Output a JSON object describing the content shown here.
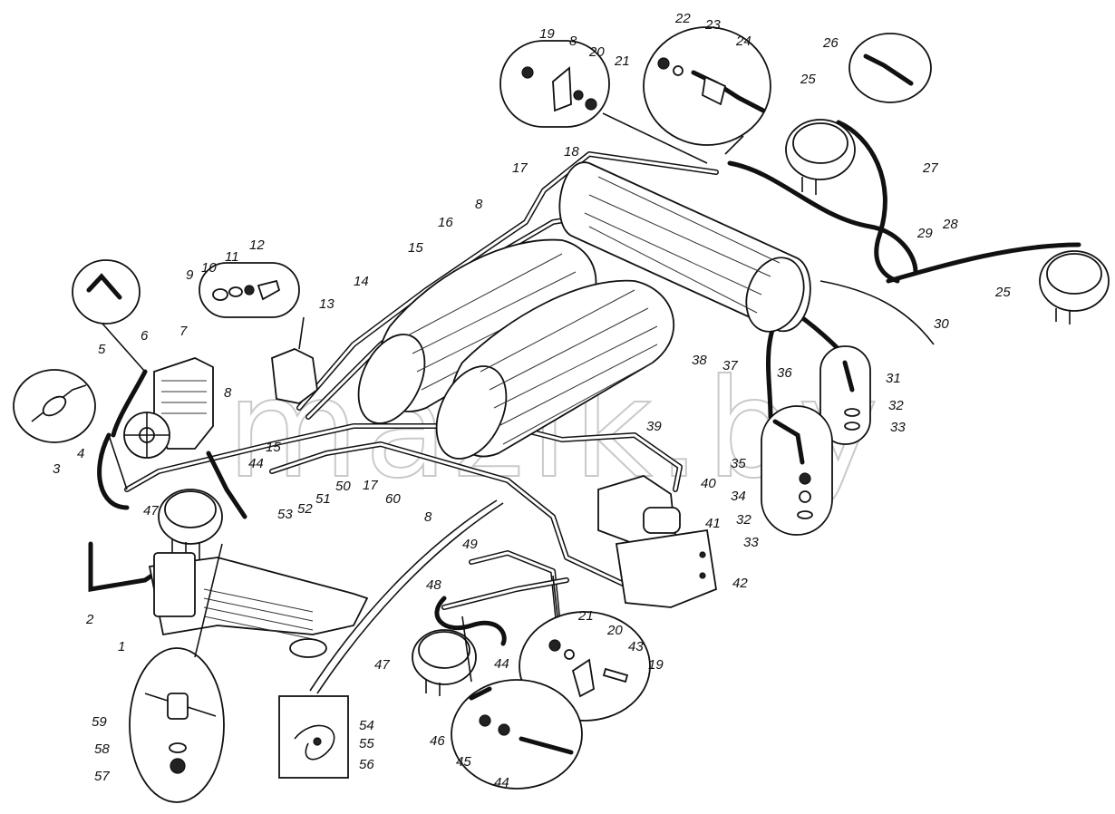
{
  "watermark": "mazik.by",
  "labels": {
    "l1": "1",
    "l2": "2",
    "l3": "3",
    "l4": "4",
    "l5": "5",
    "l6": "6",
    "l7": "7",
    "l8a": "8",
    "l8b": "8",
    "l8c": "8",
    "l8d": "8",
    "l9": "9",
    "l10": "10",
    "l11": "11",
    "l12": "12",
    "l13": "13",
    "l14": "14",
    "l15a": "15",
    "l15b": "15",
    "l16": "16",
    "l17a": "17",
    "l17b": "17",
    "l18": "18",
    "l19a": "19",
    "l19b": "19",
    "l20a": "20",
    "l20b": "20",
    "l21a": "21",
    "l21b": "21",
    "l22": "22",
    "l23": "23",
    "l24": "24",
    "l25a": "25",
    "l25b": "25",
    "l26": "26",
    "l27": "27",
    "l28": "28",
    "l29": "29",
    "l30": "30",
    "l31": "31",
    "l32a": "32",
    "l32b": "32",
    "l33a": "33",
    "l33b": "33",
    "l34": "34",
    "l35": "35",
    "l36": "36",
    "l37": "37",
    "l38": "38",
    "l39": "39",
    "l40": "40",
    "l41": "41",
    "l42": "42",
    "l43": "43",
    "l44a": "44",
    "l44b": "44",
    "l44c": "44",
    "l45": "45",
    "l46": "46",
    "l47a": "47",
    "l47b": "47",
    "l48": "48",
    "l49": "49",
    "l50": "50",
    "l51": "51",
    "l52": "52",
    "l53": "53",
    "l54": "54",
    "l55": "55",
    "l56": "56",
    "l57": "57",
    "l58": "58",
    "l59": "59",
    "l60": "60"
  }
}
